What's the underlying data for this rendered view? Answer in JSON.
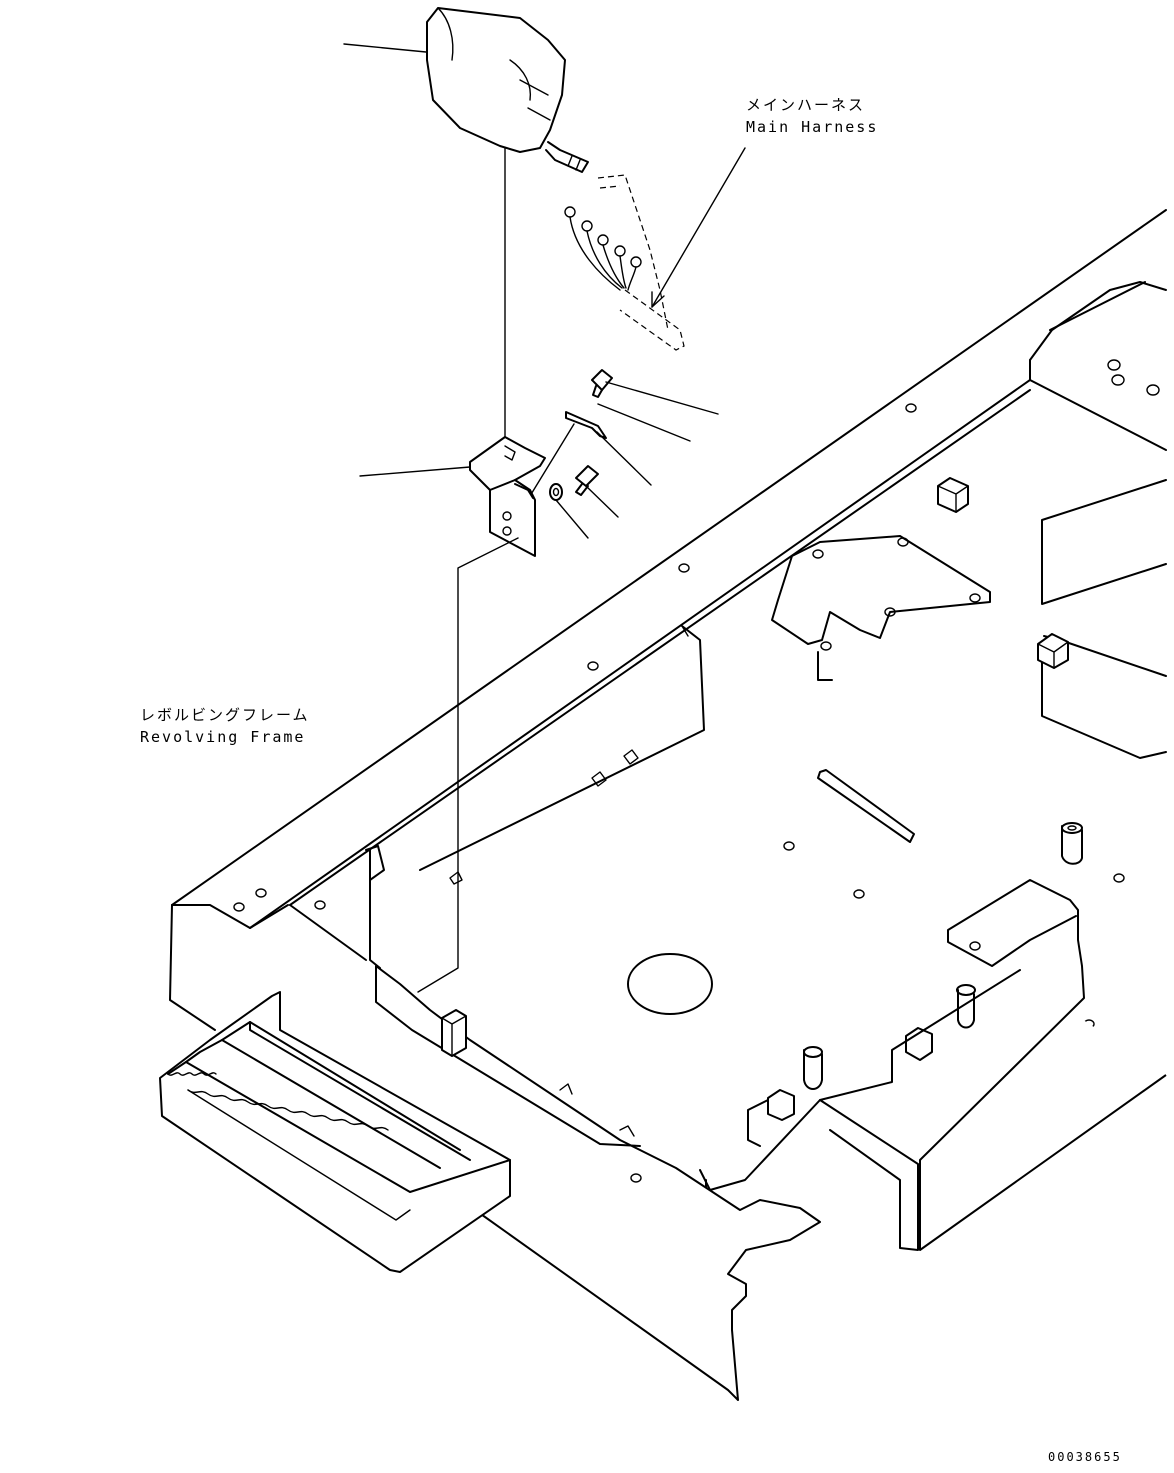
{
  "labels": {
    "main_harness_jp": "メインハーネス",
    "main_harness_en": "Main Harness",
    "revolving_frame_jp": "レボルビングフレーム",
    "revolving_frame_en": "Revolving Frame"
  },
  "document_number": "00038655",
  "line_color": "#000000",
  "background_color": "#ffffff"
}
